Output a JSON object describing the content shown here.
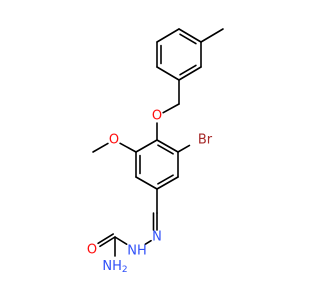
{
  "structure": {
    "atoms": [
      {
        "id": "o_ether",
        "symbol": "O",
        "color": "#ff0d0d"
      },
      {
        "id": "o_methoxy",
        "symbol": "O",
        "color": "#ff0d0d"
      },
      {
        "id": "br",
        "symbol": "Br",
        "color": "#a62929"
      },
      {
        "id": "n1",
        "symbol": "N",
        "color": "#3050f8"
      },
      {
        "id": "n2",
        "symbol": "NH",
        "color": "#3050f8"
      },
      {
        "id": "o_carbonyl",
        "symbol": "O",
        "color": "#ff0d0d"
      },
      {
        "id": "nh2",
        "symbol": "NH2",
        "color": "#3050f8"
      }
    ],
    "bond_color": "#000000",
    "background": "#ffffff"
  }
}
